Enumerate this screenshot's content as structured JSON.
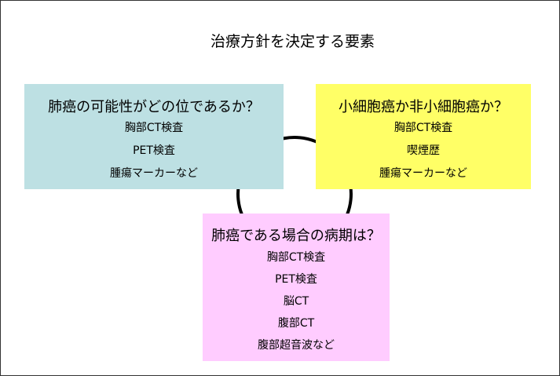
{
  "title": "治療方針を決定する要素",
  "boxes": [
    {
      "heading": "肺癌の可能性がどの位であるか？",
      "items": [
        "胸部CT検査",
        "PET検査",
        "腫瘍マーカーなど"
      ],
      "color": "#bde0e3"
    },
    {
      "heading": "小細胞癌か非小細胞癌か？",
      "items": [
        "胸部CT検査",
        "喫煙歴",
        "腫瘍マーカーなど"
      ],
      "color": "#ffff66"
    },
    {
      "heading": "肺癌である場合の病期は？",
      "items": [
        "胸部CT検査",
        "PET検査",
        "脳CT",
        "腹部CT",
        "腹部超音波など"
      ],
      "color": "#ffccff"
    }
  ]
}
